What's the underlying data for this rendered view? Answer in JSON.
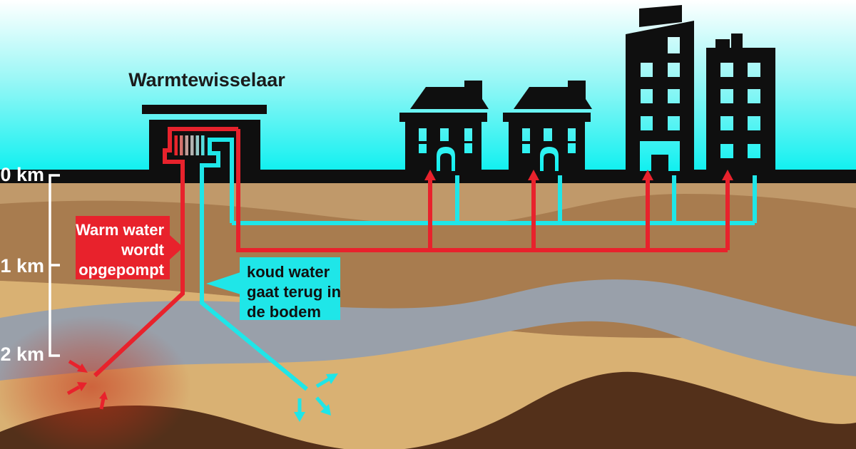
{
  "scene": {
    "heat_exchanger_label": "Warmtewisselaar",
    "depth_ticks": [
      "0 km",
      "1 km",
      "2 km"
    ],
    "warm_bubble": {
      "lines": [
        "Warm water",
        "wordt",
        "opgepompt"
      ]
    },
    "cold_bubble": {
      "lines": [
        "koud water",
        "gaat terug in",
        "de bodem"
      ]
    }
  },
  "colors": {
    "warm_pipe": "#e8222c",
    "cold_pipe": "#1fe6e8",
    "silhouette": "#0f0f0f",
    "sky_top": "#ffffff",
    "sky_mid": "#9cf7f6",
    "sky_bottom": "#0df0f0",
    "soil_top": "#c0996a",
    "soil_dark_band": "#a87c4f",
    "soil_light": "#d9b173",
    "rock_gray": "#99a0aa",
    "soil_deep_dark": "#53301a",
    "scale_white": "#ffffff",
    "warm_bubble_text": "#ffffff",
    "cold_bubble_text": "#101010",
    "exchanger_stripes": [
      "#e8252c",
      "#d4726c",
      "#c09b96",
      "#b3b3b1",
      "#93c8c7",
      "#57dcdc"
    ]
  }
}
